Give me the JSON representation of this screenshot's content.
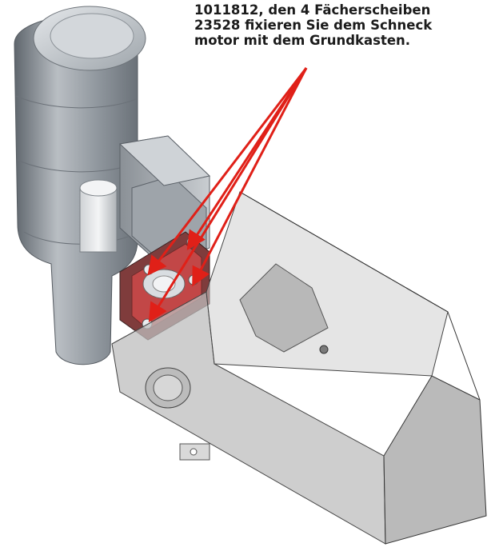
{
  "caption": {
    "line1": "1011812, den 4 Fächerscheiben",
    "line2": "23528 fixieren Sie dem Schneck",
    "line3": "motor mit dem Grundkasten."
  },
  "colors": {
    "callout": "#e02018",
    "motor": "#9aa1a8",
    "housing": "#b9b9b9",
    "flange": "#c23a3a",
    "text": "#1b1b1b"
  },
  "callout_count": 4
}
